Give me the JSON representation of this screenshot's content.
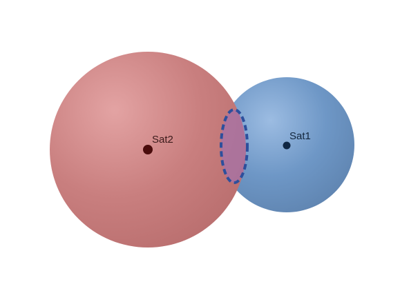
{
  "colors": {
    "sat1_sphere": "#6e97c6",
    "sat1_highlight": "#9cbce2",
    "sat1_shadow": "#5f84b0",
    "sat2_sphere": "#c97f7f",
    "sat2_highlight": "#e3a3a3",
    "sat2_shadow": "#b96e6e",
    "sat1_center": "#0f2744",
    "sat2_center": "#4a0c0c",
    "intersection_outline": "#2d4f9c",
    "intersection_fill": "#a673a8",
    "sat1_label_color": "#13263d",
    "sat2_label_color": "#3a1a1a"
  },
  "satellites": [
    {
      "id": "sat1",
      "label": "Sat1",
      "icon": "satellite-center-dot"
    },
    {
      "id": "sat2",
      "label": "Sat2",
      "icon": "satellite-center-dot"
    }
  ],
  "intersection": {
    "name": "coverage-overlap-ellipse",
    "style": "dashed"
  }
}
